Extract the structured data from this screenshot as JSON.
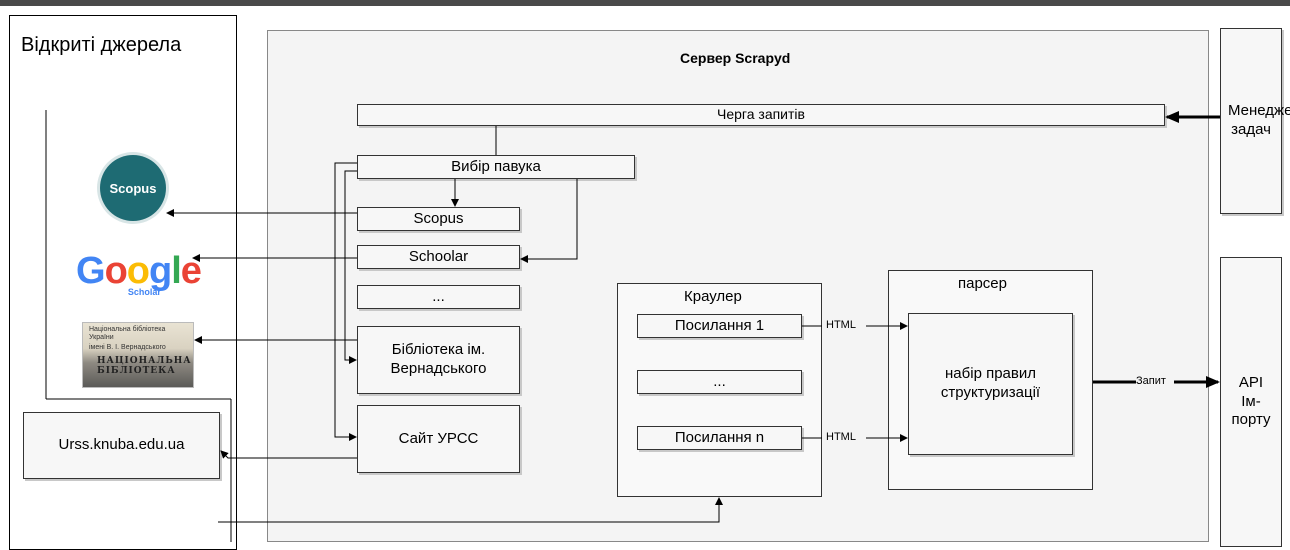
{
  "diagram": {
    "sources_title": "Відкриті джерела",
    "server_title": "Сервер Scrapyd",
    "queue_label": "Черга запитів",
    "spider_select_label": "Вибір павука",
    "spiders": {
      "scopus": "Scopus",
      "scholar": "Schoolar",
      "dots": "...",
      "library": "Бібліотека ім. Вернадського",
      "ursc": "Сайт УРСС"
    },
    "task_manager_label": "Менеджер задач",
    "api_label": "API Ім-порту",
    "crawler": {
      "title": "Краулер",
      "link1": "Посилання 1",
      "dots": "...",
      "linkn": "Посилання n"
    },
    "parser": {
      "title": "парсер",
      "rules": "набір правил структуризації"
    },
    "html_label_1": "HTML",
    "html_label_2": "HTML",
    "request_label": "Запит",
    "urss_label": "Urss.knuba.edu.ua",
    "logos": {
      "scopus": "Scopus",
      "google": "Google",
      "google_sub": "Scholar",
      "library_line1": "Національна бібліотека України",
      "library_line2": "імені В. І. Вернадського",
      "library_building": "НАЦІОНАЛЬНА БІБЛІОТЕКА"
    },
    "colors": {
      "scopus_teal": "#1e6b73",
      "google_blue": "#4285f4",
      "google_red": "#ea4335",
      "google_yellow": "#fbbc05",
      "google_green": "#34a853"
    }
  }
}
